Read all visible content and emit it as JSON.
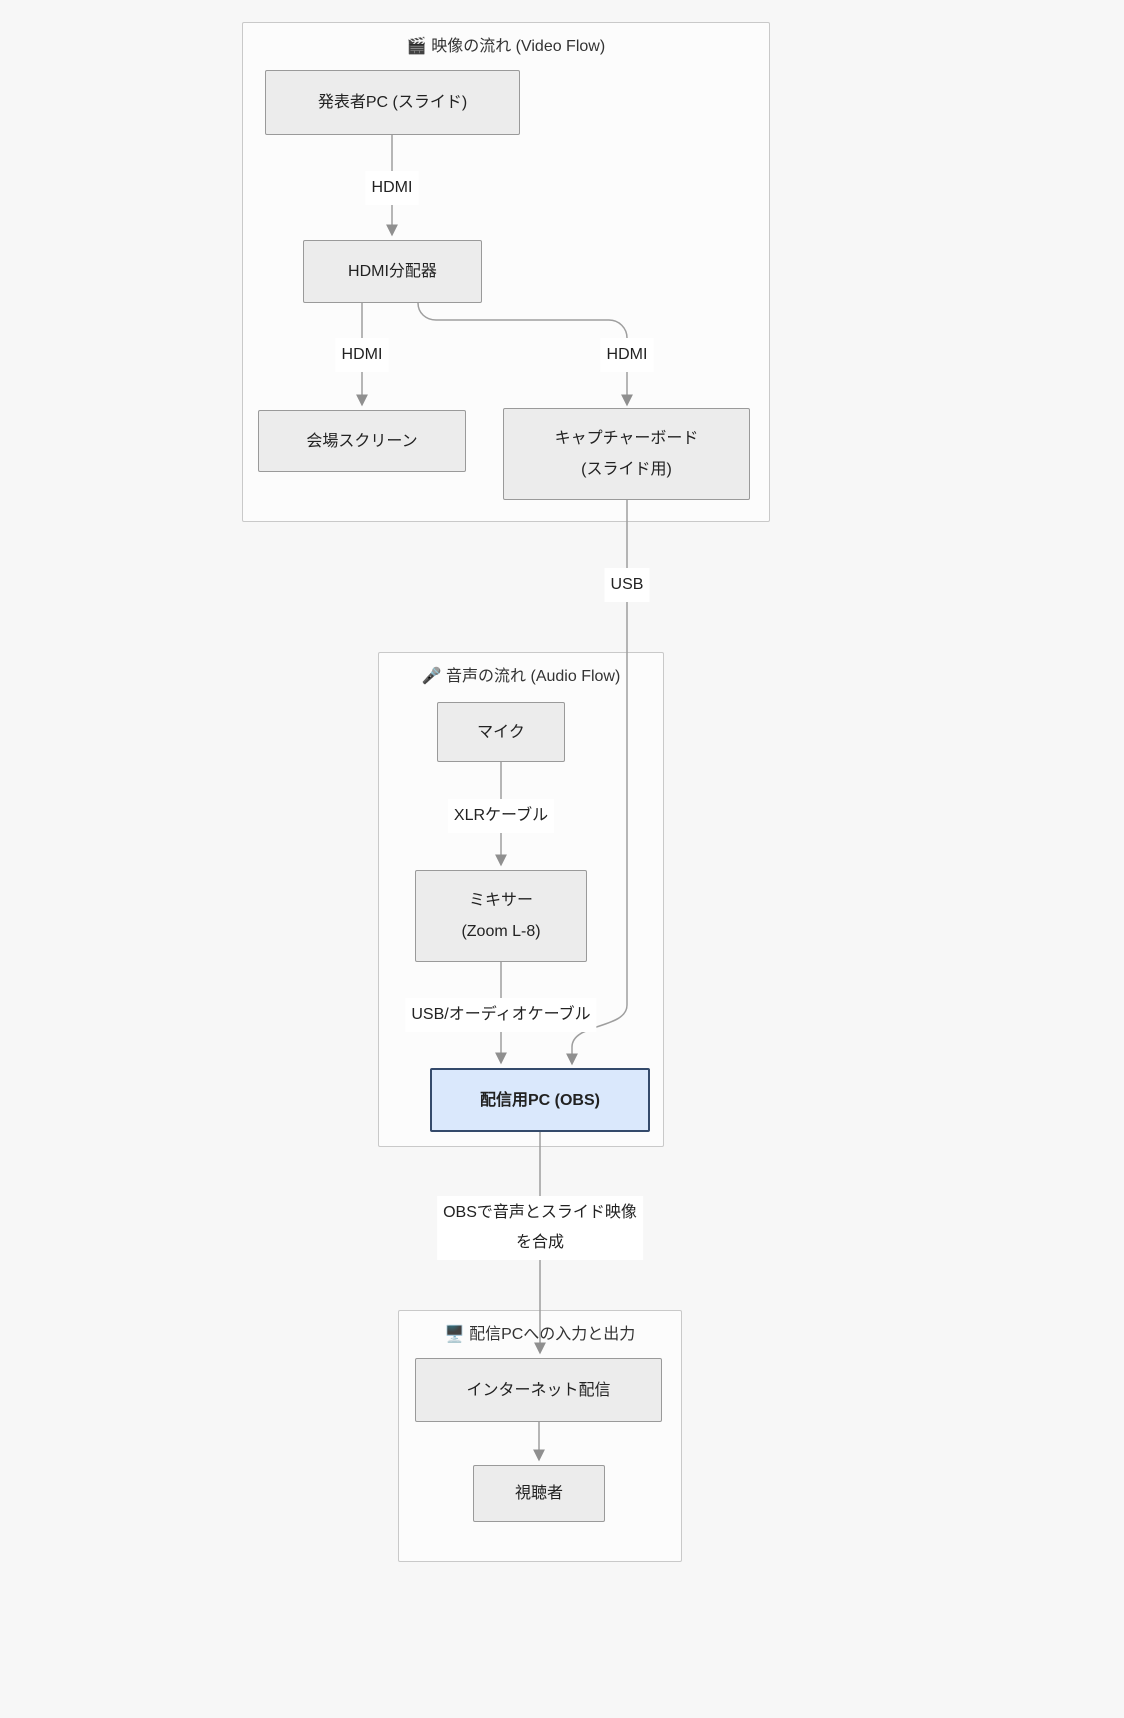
{
  "diagram": {
    "type": "flowchart",
    "colors": {
      "background": "#f7f7f7",
      "subgraph_fill": "#fcfcfc",
      "subgraph_border": "#c9c9c9",
      "node_fill": "#ececec",
      "node_border": "#9a9a9a",
      "highlight_fill": "#dae8fc",
      "highlight_border": "#344a6b",
      "edge": "#999999"
    },
    "subgraphs": [
      {
        "icon": "🎬",
        "title": "映像の流れ (Video Flow)"
      },
      {
        "icon": "🎤",
        "title": "音声の流れ (Audio Flow)"
      },
      {
        "icon": "🖥️",
        "title": "配信PCへの入力と出力"
      }
    ],
    "nodes": {
      "presenter_pc": {
        "label": "発表者PC (スライド)"
      },
      "hdmi_splitter": {
        "label": "HDMI分配器"
      },
      "venue_screen": {
        "label": "会場スクリーン"
      },
      "capture_board": {
        "line1": "キャプチャーボード",
        "line2": "(スライド用)"
      },
      "mic": {
        "label": "マイク"
      },
      "mixer": {
        "line1": "ミキサー",
        "line2": "(Zoom L-8)"
      },
      "streaming_pc": {
        "label": "配信用PC (OBS)"
      },
      "internet_stream": {
        "label": "インターネット配信"
      },
      "viewers": {
        "label": "視聴者"
      }
    },
    "edge_labels": {
      "hdmi_1": "HDMI",
      "hdmi_2": "HDMI",
      "hdmi_3": "HDMI",
      "usb": "USB",
      "xlr": "XLRケーブル",
      "usb_audio": "USB/オーディオケーブル",
      "obs_line1": "OBSで音声とスライド映像",
      "obs_line2": "を合成"
    }
  }
}
